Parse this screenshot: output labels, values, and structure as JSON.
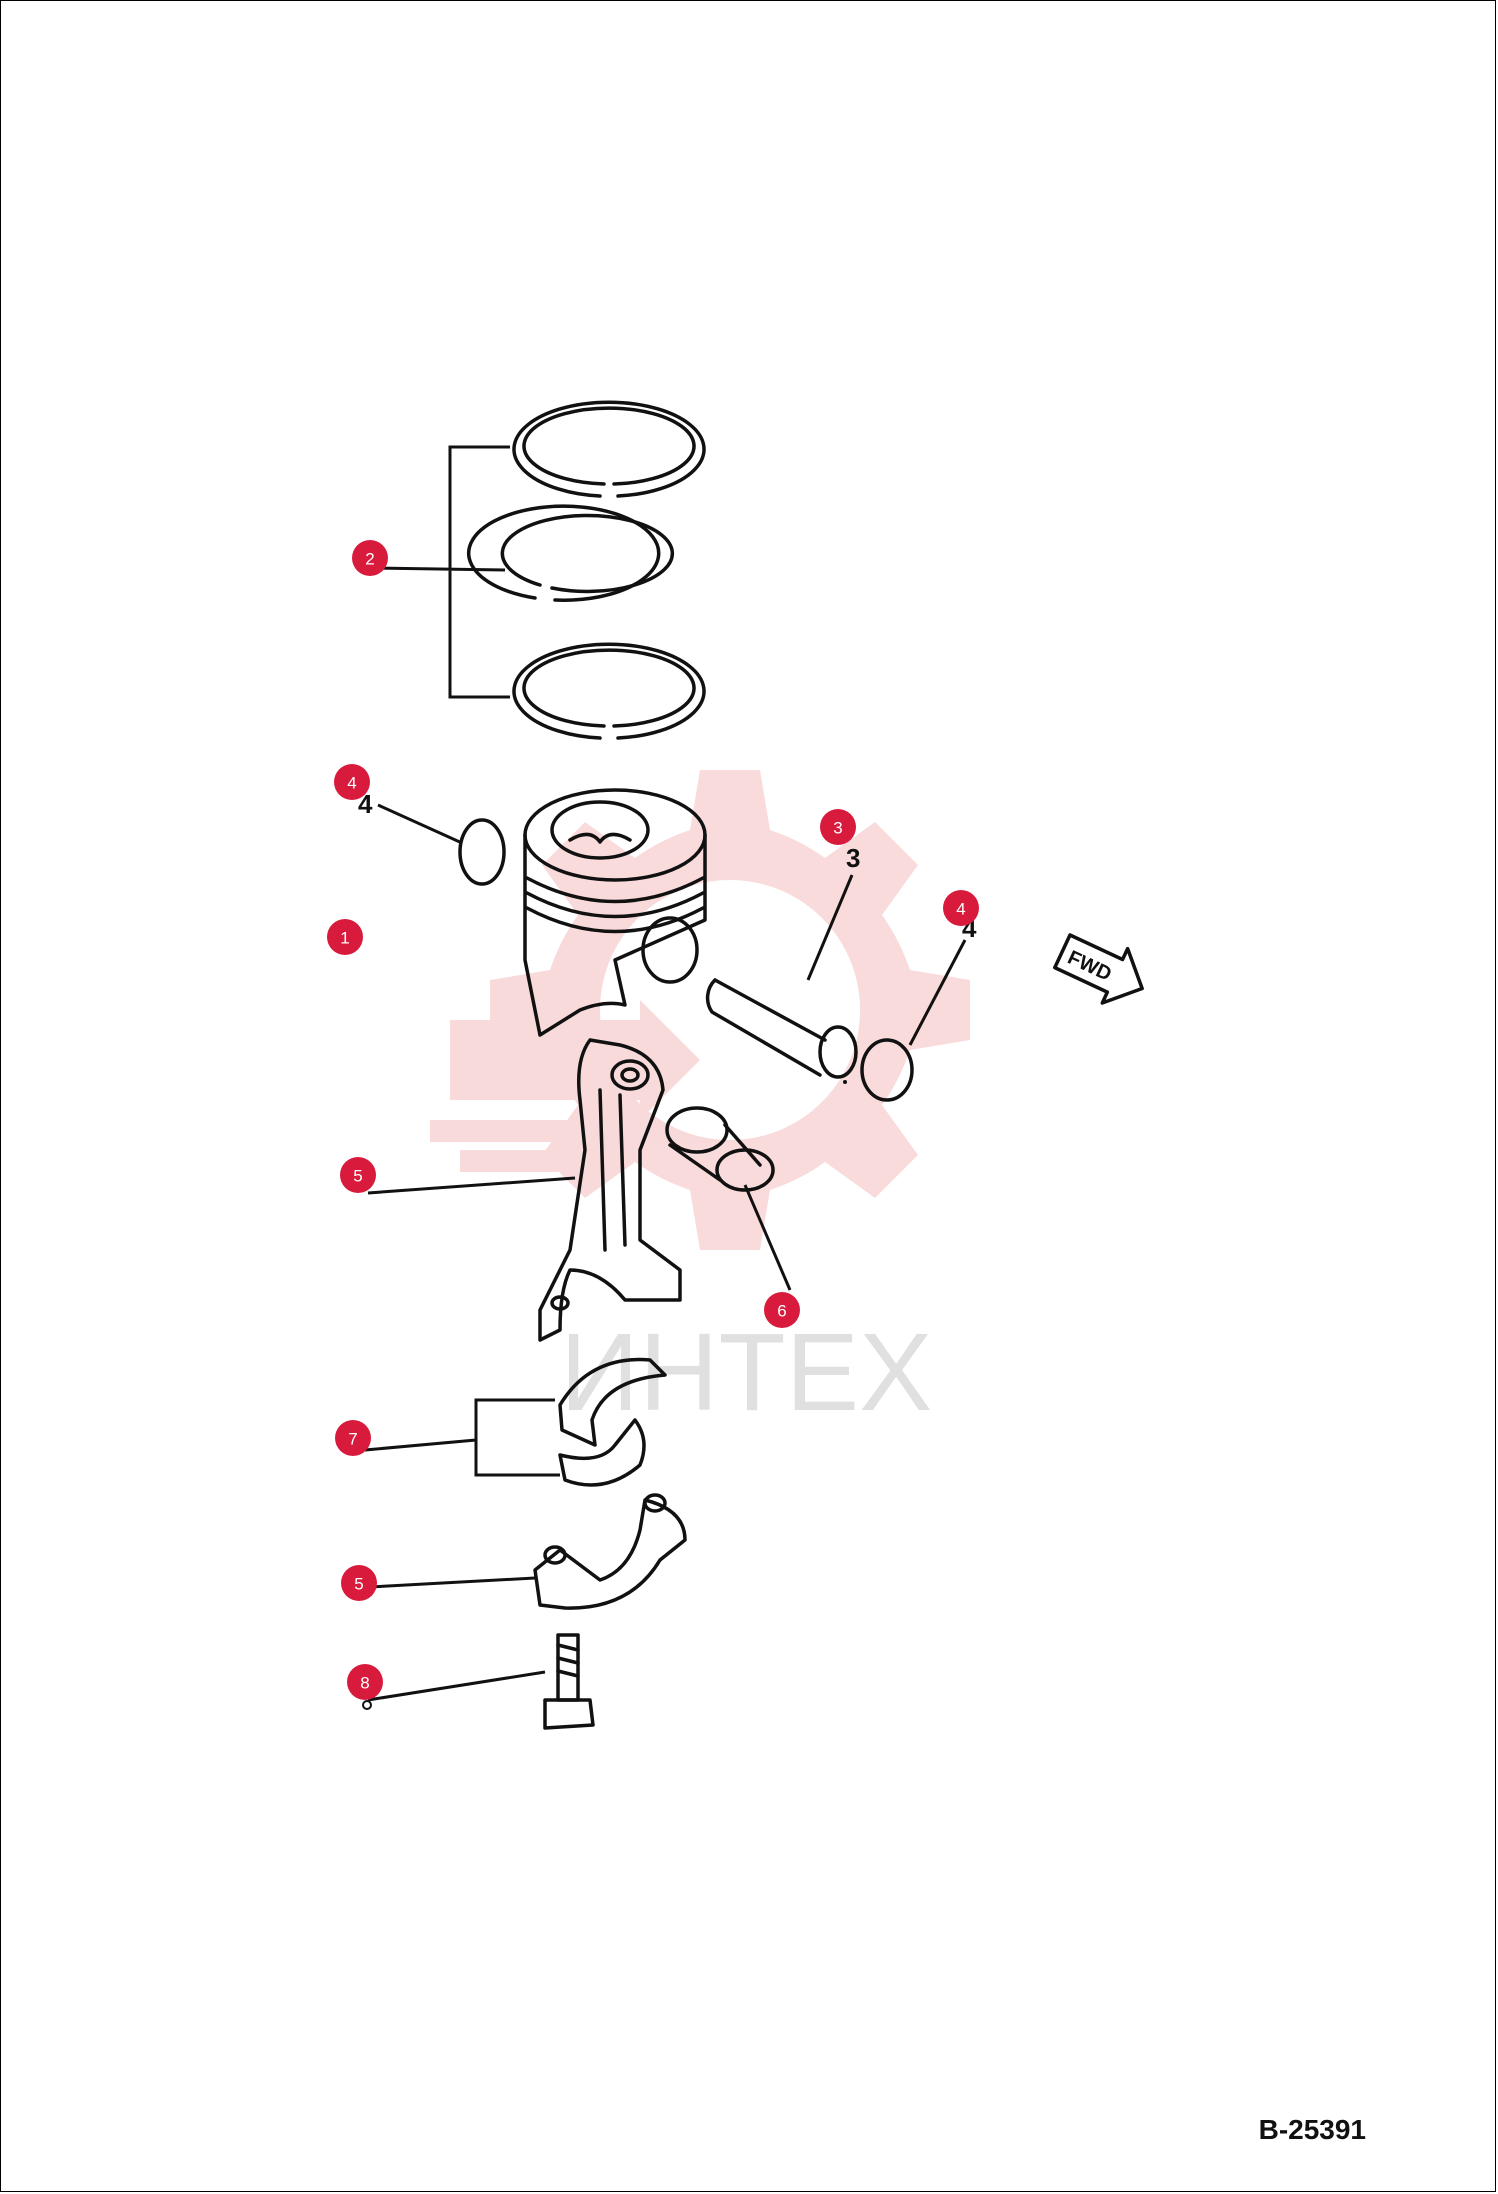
{
  "drawing": {
    "code": "B-25391",
    "fwd_label": "FWD",
    "watermark_text": "ИНТЕХ",
    "accent_color": "#d81b3c"
  },
  "callouts": [
    {
      "id": "c2",
      "label": "2"
    },
    {
      "id": "c4a",
      "label": "4"
    },
    {
      "id": "c1",
      "label": "1"
    },
    {
      "id": "c3",
      "label": "3"
    },
    {
      "id": "c4b",
      "label": "4"
    },
    {
      "id": "c5a",
      "label": "5"
    },
    {
      "id": "c6",
      "label": "6"
    },
    {
      "id": "c7",
      "label": "7"
    },
    {
      "id": "c5b",
      "label": "5"
    },
    {
      "id": "c8",
      "label": "8"
    }
  ],
  "printed_numbers": {
    "n4a": "4",
    "n3": "3",
    "n4b": "4"
  }
}
